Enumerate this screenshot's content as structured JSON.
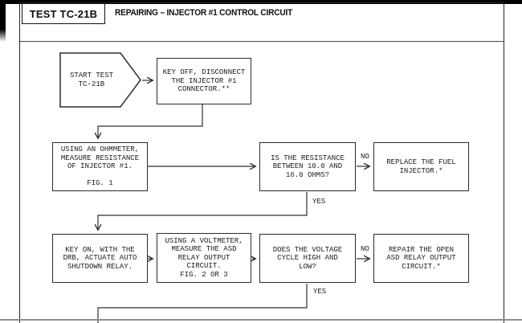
{
  "header": {
    "test_label": "TEST TC-21B",
    "title": "REPAIRING – INJECTOR #1 CONTROL CIRCUIT"
  },
  "flowchart": {
    "start": "START TEST\nTC-21B",
    "nodes": {
      "key_off": "KEY OFF, DISCONNECT\nTHE INJECTOR #1\nCONNECTOR.**",
      "ohmmeter": "USING AN OHMMETER,\nMEASURE RESISTANCE\nOF INJECTOR #1.\n\nFIG. 1",
      "resistance": "IS THE RESISTANCE\nBETWEEN 10.0 AND\n16.0 OHMS?",
      "replace": "REPLACE THE FUEL\nINJECTOR.*",
      "key_on": "KEY ON, WITH THE\nDRB, ACTUATE AUTO\nSHUTDOWN RELAY.",
      "voltmeter": "USING A VOLTMETER,\nMEASURE THE ASD\nRELAY OUTPUT\nCIRCUIT.\nFIG. 2 OR 3",
      "voltage": "DOES THE VOLTAGE\nCYCLE HIGH AND\nLOW?",
      "repair": "REPAIR THE OPEN\nASD RELAY OUTPUT\nCIRCUIT.*"
    },
    "labels": {
      "resistance_no": "NO",
      "resistance_yes": "YES",
      "voltage_no": "NO",
      "voltage_yes": "YES"
    }
  },
  "colors": {
    "line": "#2e2e2e",
    "text": "#1c1c1c",
    "scan_bar": "#000000",
    "cut_line": "#8f8f8f"
  }
}
